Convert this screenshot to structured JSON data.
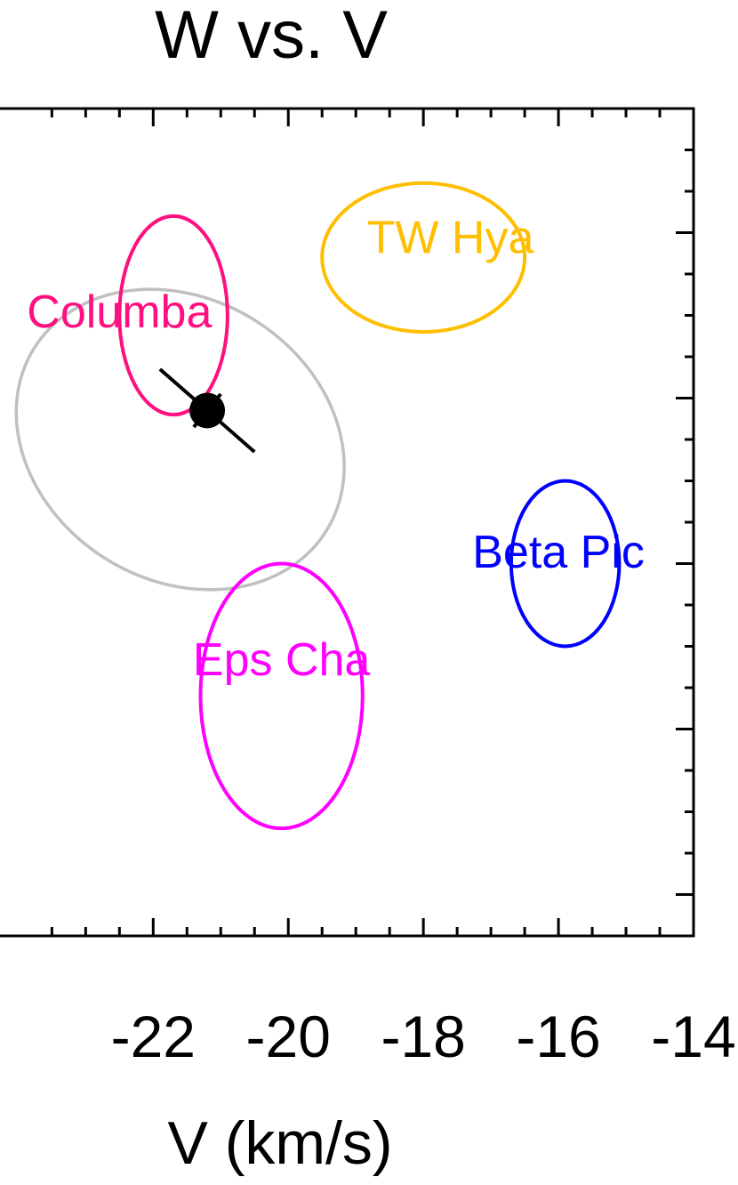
{
  "chart_data": {
    "type": "scatter",
    "title": "W vs. V",
    "xlabel": "V (km/s)",
    "ylabel": "",
    "xlim": [
      -24.4,
      -14.0
    ],
    "ylim": [
      -10.5,
      -0.5
    ],
    "x_ticks": [
      "-22",
      "-20",
      "-18",
      "-16",
      "-14"
    ],
    "x_tick_values": [
      -22,
      -20,
      -18,
      -16,
      -14
    ],
    "y_tick_values": [
      -10,
      -8,
      -6,
      -4,
      -2
    ],
    "grid": false,
    "groups": [
      {
        "name": "TW Hya",
        "color": "#FFBF00",
        "cx": -18.0,
        "cy": -2.3,
        "rx": 1.5,
        "ry": 0.9,
        "label_x": -17.6,
        "label_y": -2.1
      },
      {
        "name": "Columba",
        "color": "#FF0F7F",
        "cx": -21.7,
        "cy": -3.0,
        "rx": 0.8,
        "ry": 1.2,
        "label_x": -22.5,
        "label_y": -3.0
      },
      {
        "name": "Beta Pic",
        "color": "#0000FF",
        "cx": -15.9,
        "cy": -6.0,
        "rx": 0.8,
        "ry": 1.0,
        "label_x": -16.0,
        "label_y": -5.9
      },
      {
        "name": "Eps Cha",
        "color": "#FF00FF",
        "cx": -20.1,
        "cy": -7.6,
        "rx": 1.2,
        "ry": 1.6,
        "label_x": -20.1,
        "label_y": -7.2
      }
    ],
    "target": {
      "x": -21.2,
      "y": -4.15,
      "xerr_span": [
        [
          -21.9,
          -3.65
        ],
        [
          -20.5,
          -4.65
        ]
      ],
      "yerr_span": [
        [
          -21.0,
          -3.95
        ],
        [
          -21.4,
          -4.35
        ]
      ],
      "uncertainty_ellipse": {
        "cx": -21.6,
        "cy": -4.5,
        "rx": 2.55,
        "ry": 1.7,
        "angle": 32,
        "color": "#C0C0C0"
      }
    }
  }
}
